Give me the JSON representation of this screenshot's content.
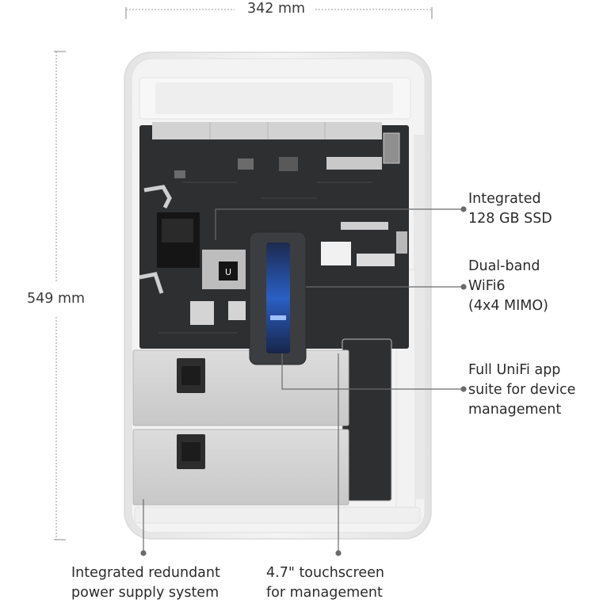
{
  "dimensions": {
    "width": "342 mm",
    "height": "549 mm"
  },
  "callouts": {
    "ssd": {
      "line1": "Integrated",
      "line2": "128 GB SSD"
    },
    "wifi": {
      "line1": "Dual-band",
      "line2": "WiFi6",
      "line3": "(4x4 MIMO)"
    },
    "app": {
      "line1": "Full UniFi app",
      "line2": "suite for device",
      "line3": "management"
    },
    "power": {
      "line1": "Integrated redundant",
      "line2": "power supply system"
    },
    "touch": {
      "line1": "4.7\" touchscreen",
      "line2": "for management"
    }
  },
  "device": {
    "logo_glyph": "U"
  },
  "colors": {
    "board": "#2e2f31",
    "chassis": "#ececec",
    "psu": "#d4d4d4",
    "callout_line": "#6b6b6b",
    "screen_blue": "#2a5fc4"
  }
}
